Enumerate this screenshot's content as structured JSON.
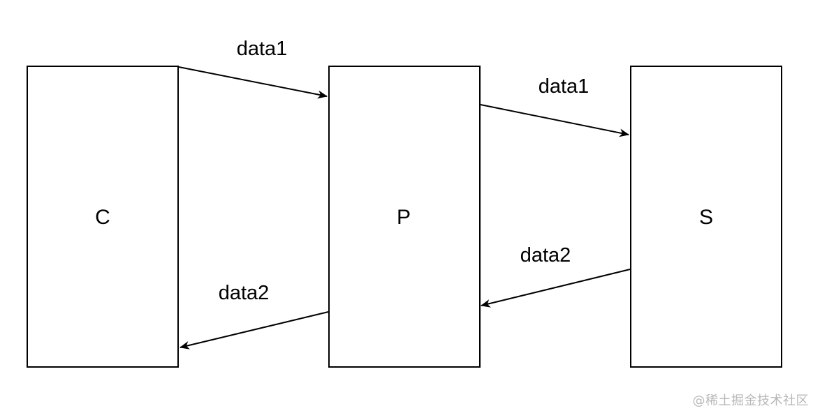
{
  "nodes": {
    "c": {
      "label": "C"
    },
    "p": {
      "label": "P"
    },
    "s": {
      "label": "S"
    }
  },
  "edges": {
    "c_to_p": {
      "label": "data1",
      "from": "C",
      "to": "P"
    },
    "p_to_s": {
      "label": "data1",
      "from": "P",
      "to": "S"
    },
    "s_to_p": {
      "label": "data2",
      "from": "S",
      "to": "P"
    },
    "p_to_c": {
      "label": "data2",
      "from": "P",
      "to": "C"
    }
  },
  "watermark": {
    "text": "@稀土掘金技术社区"
  },
  "colors": {
    "stroke": "#000000",
    "background": "#ffffff",
    "watermark": "#b8b8b8"
  }
}
